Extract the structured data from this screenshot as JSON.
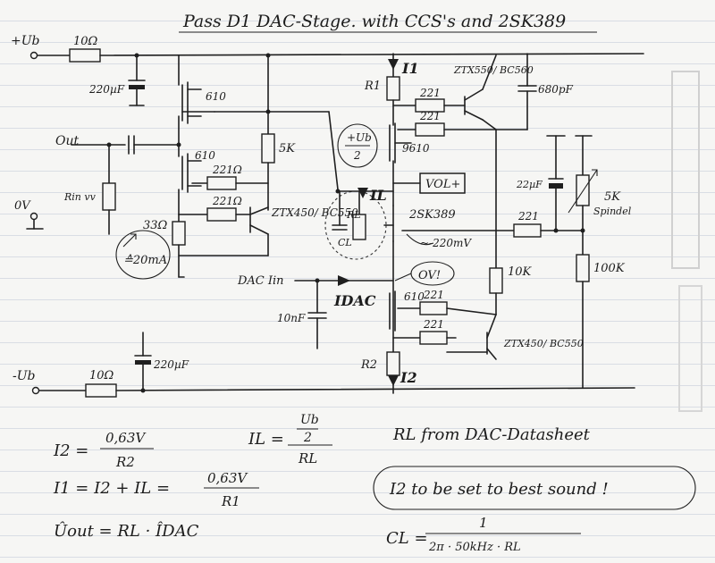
{
  "title": "Pass D1 DAC-Stage. with CCS's and 2SK389",
  "rails": {
    "pos": "+Ub",
    "neg": "-Ub",
    "ground": "0V",
    "output": "Out",
    "dac_in": "DAC Iin"
  },
  "components": {
    "r_pos_rail": "10Ω",
    "c_pos_rail": "220µF",
    "mosfet_top": "610",
    "mosfet_bot": "610",
    "r_5k": "5K",
    "r_221_a": "221Ω",
    "r_221_b": "221Ω",
    "r_in": "Rin vv",
    "r_33": "33Ω",
    "bias_note": "≙20mA",
    "bjt_left": "ZTX450/ BC550",
    "r1": "R1",
    "i1": "I1",
    "r221_1": "221",
    "r221_2": "221",
    "mosfet_9610": "9610",
    "bjt_top_right": "ZTX550/ BC560",
    "c_680p": "680pF",
    "half_ub_num": "+Ub",
    "half_ub_den": "2",
    "il": "IL",
    "rl": "RL",
    "cl": "CL",
    "vol_plus": "VOL+",
    "jfet": "2SK389",
    "c_22u": "22µF",
    "pot_5k": "5K",
    "pot_5k_note": "Spindel",
    "r221_3": "221",
    "approx_v": "~-220mV",
    "r_10k": "10K",
    "r_100k": "100K",
    "ov_bubble": "OV!",
    "idac": "IDAC",
    "c_10n": "10nF",
    "mosfet_610_low": "610",
    "r221_4": "221",
    "r221_5": "221",
    "bjt_low_right": "ZTX450/ BC550",
    "r2": "R2",
    "i2": "I2",
    "r_neg_rail": "10Ω",
    "c_neg_rail": "220µF"
  },
  "formulas": {
    "i2_lhs": "I2 =",
    "i2_num": "0,63V",
    "i2_den": "R2",
    "i1_lhs": "I1 = I2 + IL =",
    "i1_num": "0,63V",
    "i1_den": "R1",
    "uout": "Ûout = RL · ÎDAC",
    "il_lhs": "IL =",
    "il_num_top": "Ub",
    "il_num_bot": "2",
    "il_den": "RL",
    "rl_note": "RL from DAC-Datasheet",
    "tune_note": "I2 to be set to best sound !",
    "cl_lhs": "CL =",
    "cl_num": "1",
    "cl_den": "2π · 50kHz · RL"
  }
}
